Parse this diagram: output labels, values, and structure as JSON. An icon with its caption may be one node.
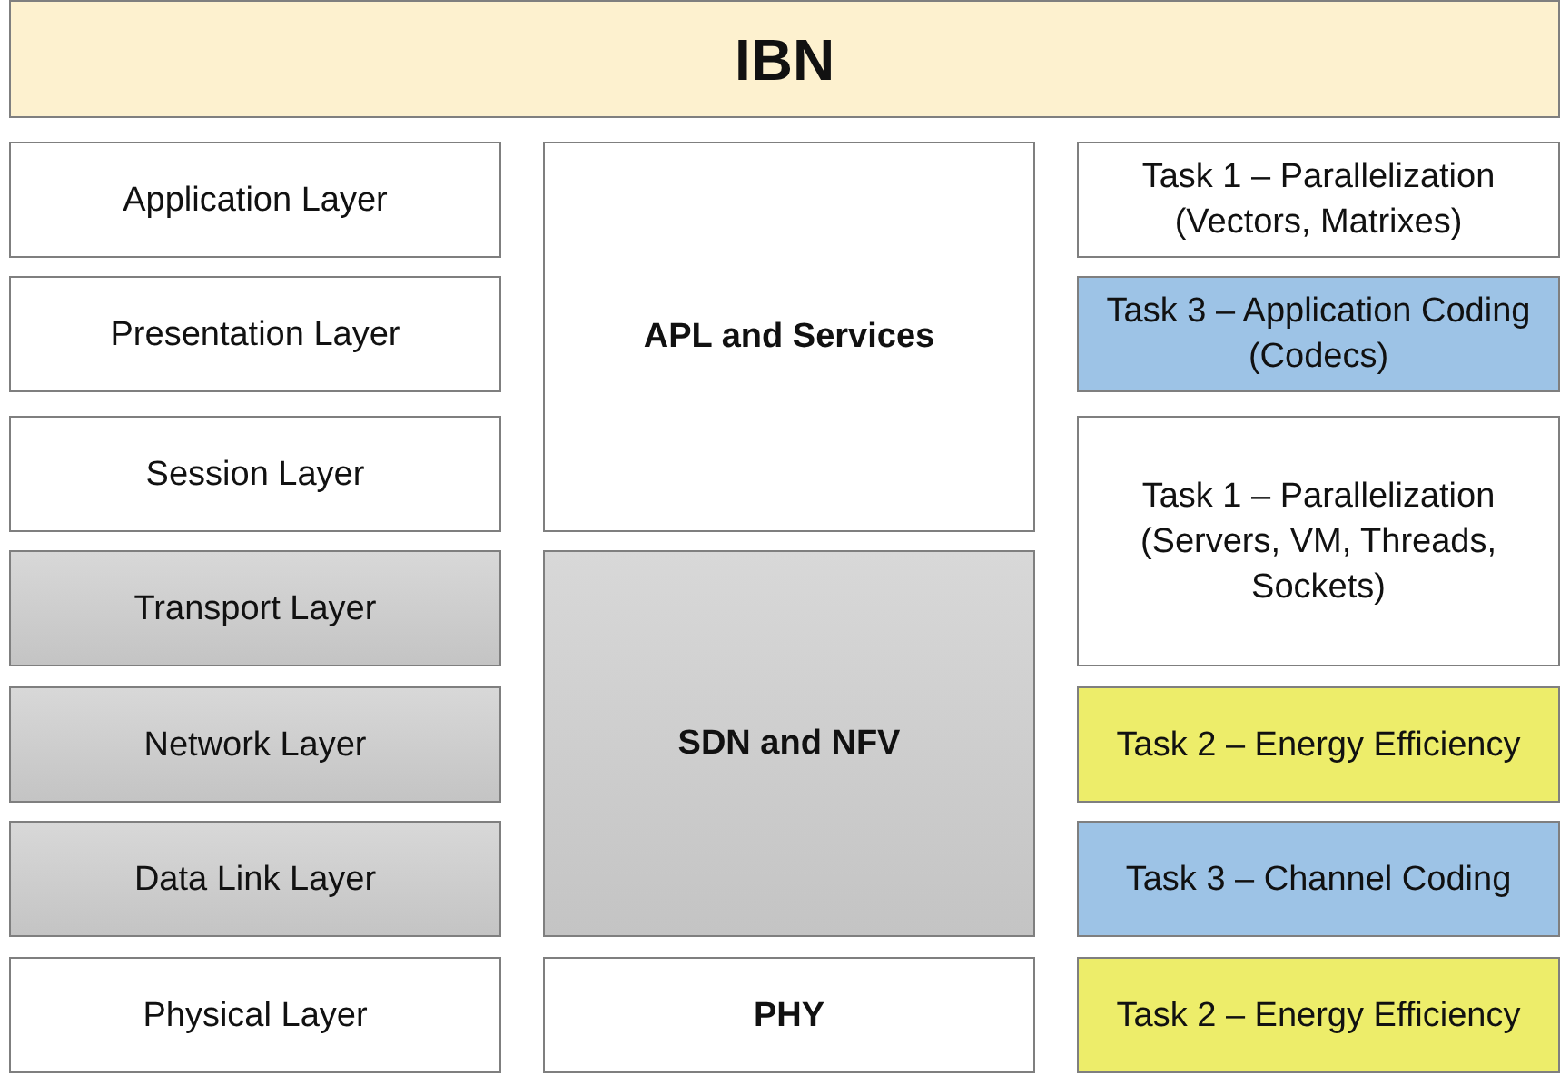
{
  "diagram": {
    "nodes": [
      {
        "text": [
          "IBN"
        ]
      },
      {
        "text": [
          "Application Layer"
        ]
      },
      {
        "text": [
          "Presentation Layer"
        ]
      },
      {
        "text": [
          "Session Layer"
        ]
      },
      {
        "text": [
          "Transport Layer"
        ]
      },
      {
        "text": [
          "Network Layer"
        ]
      },
      {
        "text": [
          "Data Link Layer"
        ]
      },
      {
        "text": [
          "Physical Layer"
        ]
      },
      {
        "text": [
          "APL and Services"
        ]
      },
      {
        "text": [
          "SDN and NFV"
        ]
      },
      {
        "text": [
          "PHY"
        ]
      },
      {
        "text": [
          "Task 1 – Parallelization (Vectors, Matrixes)"
        ]
      },
      {
        "text": [
          "Task 3 – Application Coding (Codecs)"
        ]
      },
      {
        "text": [
          "Task 1 – Parallelization (Servers, VM, Threads, Sockets)"
        ]
      },
      {
        "text": [
          "Task 2 – Energy Efficiency"
        ]
      },
      {
        "text": [
          "Task 3 – Channel Coding"
        ]
      },
      {
        "text": [
          "Task 2 – Energy Efficiency"
        ]
      }
    ]
  }
}
